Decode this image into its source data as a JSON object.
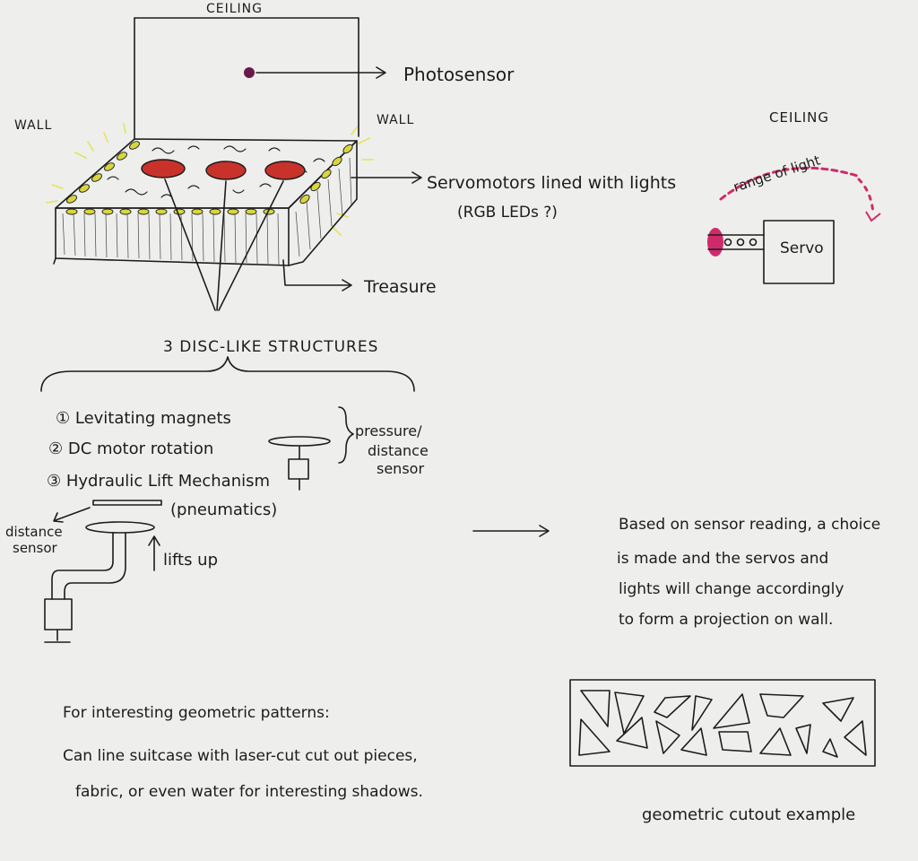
{
  "left_sketch": {
    "ceiling_label": "CEILING",
    "wall_left_label": "WALL",
    "wall_right_label": "WALL",
    "photosensor_label": "Photosensor",
    "servo_lights_label": "Servomotors lined with lights",
    "rgb_label": "(RGB LEDs ?)",
    "treasure_label": "Treasure",
    "discs_title": "3 DISC-LIKE STRUCTURES",
    "list": [
      "① Levitating magnets",
      "② DC motor rotation",
      "③ Hydraulic Lift Mechanism"
    ],
    "pneumatics_label": "(pneumatics)",
    "pressure_label_1": "pressure/",
    "pressure_label_2": "distance",
    "pressure_label_3": "sensor",
    "distance_label_1": "distance",
    "distance_label_2": "sensor",
    "lifts_label": "lifts up"
  },
  "right_sketch": {
    "ceiling_label": "CEILING",
    "range_label": "range of light",
    "servo_label": "Servo",
    "accent_color": "#d12a6a"
  },
  "note": {
    "line1": "Based on sensor reading, a choice",
    "line2": "is made and the servos and",
    "line3": "lights will change accordingly",
    "line4": "to form a projection on wall."
  },
  "patterns": {
    "heading": "For interesting geometric patterns:",
    "line1": "Can line suitcase with laser-cut cut out pieces,",
    "line2": "fabric, or even water for interesting shadows.",
    "caption": "geometric cutout example"
  },
  "colors": {
    "paper": "#eeeeec",
    "ink": "#1c1c1c",
    "disc_red": "#c8322a",
    "led_yellow": "#d8d640",
    "glow": "#e6e35a",
    "photosensor": "#6a1a4a"
  }
}
